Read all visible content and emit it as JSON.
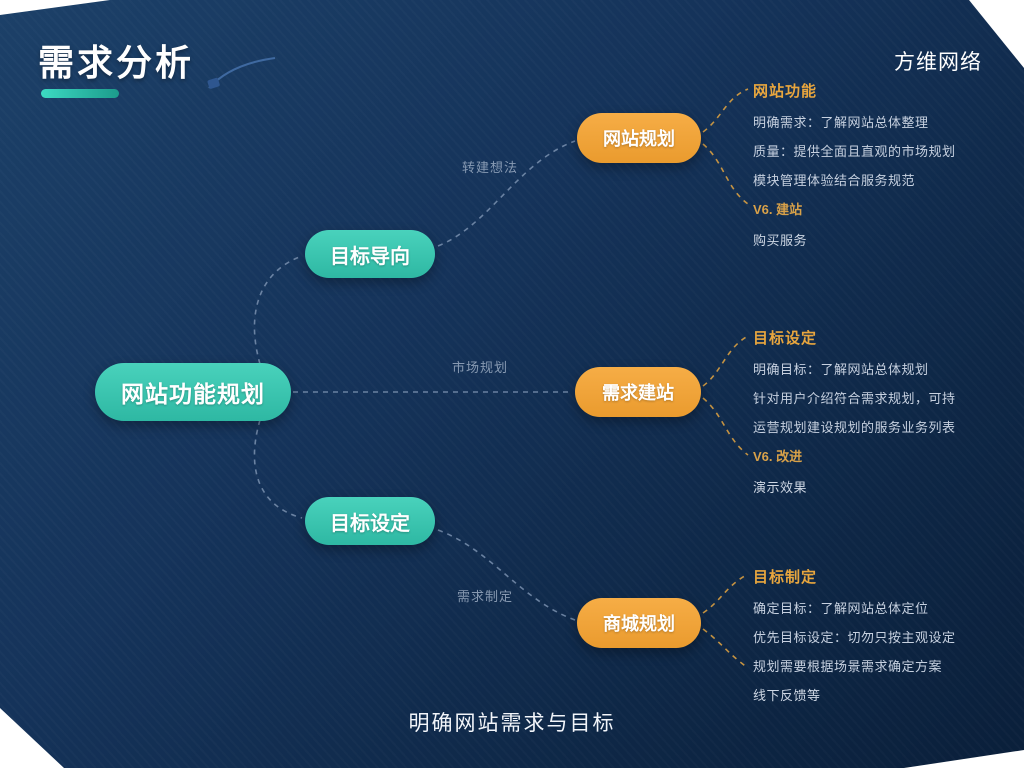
{
  "page": {
    "title": "需求分析",
    "brand": "方维网络",
    "caption": "明确网站需求与目标"
  },
  "colors": {
    "teal": "#3BC9B4",
    "orange": "#F2A53E",
    "background": "#13325A",
    "accent_text": "#E8A63E"
  },
  "mindmap": {
    "root": {
      "label": "网站功能规划"
    },
    "branches": [
      {
        "label": "目标导向"
      },
      {
        "label": "目标设定"
      }
    ],
    "topics": [
      {
        "label": "网站规划",
        "edge_label": "转建想法",
        "detail": {
          "header": "网站功能",
          "lines": [
            "明确需求：了解网站总体整理",
            "质量：提供全面且直观的市场规划",
            "模块管理体验结合服务规范"
          ],
          "highlight": "V6. 建站",
          "footer": "购买服务"
        }
      },
      {
        "label": "需求建站",
        "edge_label": "市场规划",
        "detail": {
          "header": "目标设定",
          "lines": [
            "明确目标：了解网站总体规划",
            "针对用户介绍符合需求规划，可持",
            "运营规划建设规划的服务业务列表"
          ],
          "highlight": "V6. 改进",
          "footer": "演示效果"
        }
      },
      {
        "label": "商城规划",
        "edge_label": "需求制定",
        "detail": {
          "header": "目标制定",
          "lines": [
            "确定目标：了解网站总体定位",
            "优先目标设定：切勿只按主观设定",
            "规划需要根据场景需求确定方案"
          ],
          "highlight": "",
          "footer": "线下反馈等"
        }
      }
    ]
  }
}
